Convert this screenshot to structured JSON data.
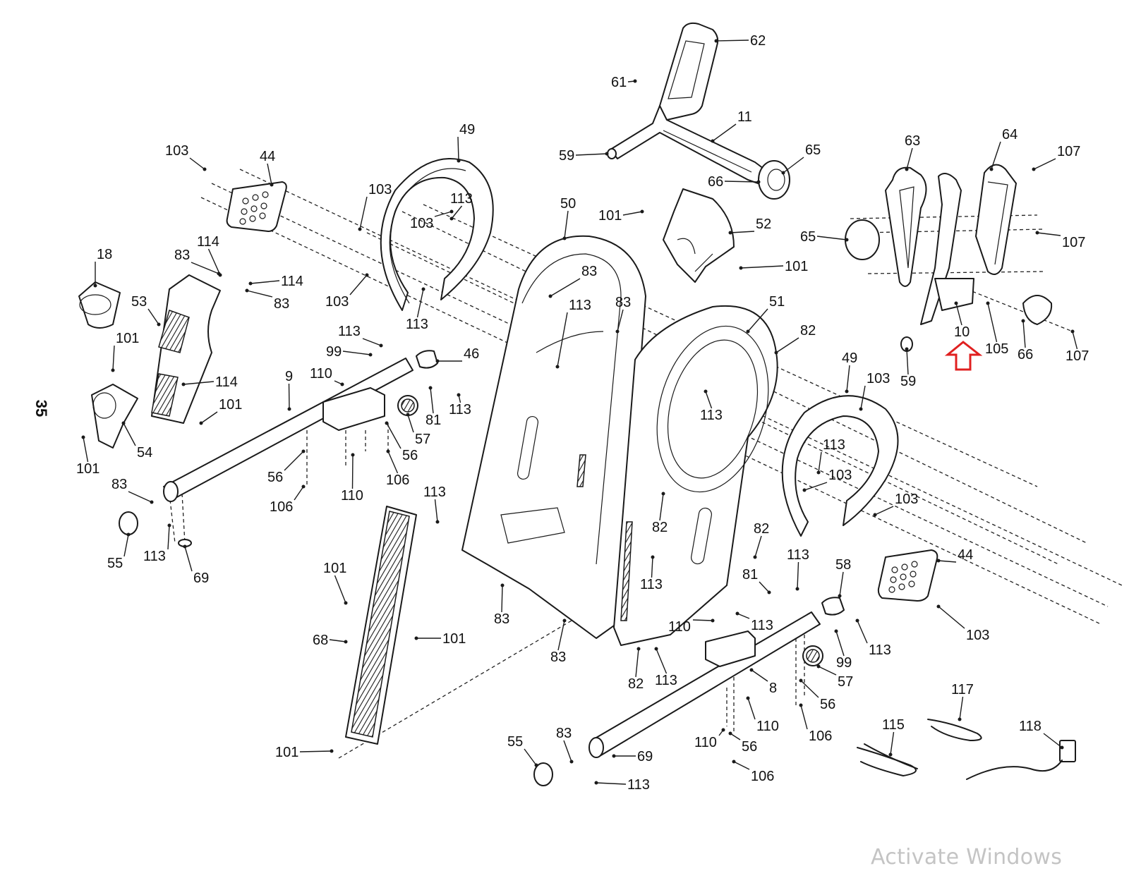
{
  "document": {
    "page_number": "35",
    "type": "exploded parts diagram",
    "highlight": {
      "color": "#e02020",
      "target_part": "10",
      "shape": "outline-up-arrow"
    }
  },
  "watermark": {
    "text": "Activate Windows"
  },
  "callouts": [
    {
      "label": "62",
      "part": "right-handlebar-grip"
    },
    {
      "label": "61",
      "part": "handlebar-grip"
    },
    {
      "label": "11",
      "part": "upper-body-arm"
    },
    {
      "label": "59",
      "part": "arm-end-cap"
    },
    {
      "label": "65",
      "part": "pivot-bushing"
    },
    {
      "label": "66",
      "part": "pivot-cap"
    },
    {
      "label": "103",
      "part": "screw"
    },
    {
      "label": "44",
      "part": "side-shield-plate"
    },
    {
      "label": "49",
      "part": "disc-cover"
    },
    {
      "label": "103",
      "part": "screw"
    },
    {
      "label": "113",
      "part": "screw"
    },
    {
      "label": "103",
      "part": "screw"
    },
    {
      "label": "50",
      "part": "left-shield"
    },
    {
      "label": "101",
      "part": "screw"
    },
    {
      "label": "52",
      "part": "upper-shield"
    },
    {
      "label": "101",
      "part": "screw"
    },
    {
      "label": "63",
      "part": "handlebar-grip"
    },
    {
      "label": "64",
      "part": "grip-cover"
    },
    {
      "label": "107",
      "part": "screw"
    },
    {
      "label": "65",
      "part": "pivot-bushing"
    },
    {
      "label": "107",
      "part": "screw"
    },
    {
      "label": "114",
      "part": "screw"
    },
    {
      "label": "83",
      "part": "nut"
    },
    {
      "label": "18",
      "part": "water-bottle-holder"
    },
    {
      "label": "114",
      "part": "screw"
    },
    {
      "label": "83",
      "part": "nut"
    },
    {
      "label": "53",
      "part": "front-shield"
    },
    {
      "label": "103",
      "part": "screw"
    },
    {
      "label": "113",
      "part": "screw"
    },
    {
      "label": "83",
      "part": "nut"
    },
    {
      "label": "113",
      "part": "screw"
    },
    {
      "label": "83",
      "part": "nut"
    },
    {
      "label": "51",
      "part": "right-shield"
    },
    {
      "label": "82",
      "part": "screw"
    },
    {
      "label": "10",
      "part": "right-upper-body-arm"
    },
    {
      "label": "105",
      "part": "screw"
    },
    {
      "label": "66",
      "part": "pivot-cap"
    },
    {
      "label": "107",
      "part": "screw"
    },
    {
      "label": "59",
      "part": "arm-end-cap"
    },
    {
      "label": "113",
      "part": "screw"
    },
    {
      "label": "99",
      "part": "nut"
    },
    {
      "label": "46",
      "part": "stabilizer-cap"
    },
    {
      "label": "110",
      "part": "bolt"
    },
    {
      "label": "9",
      "part": "front-stabilizer"
    },
    {
      "label": "101",
      "part": "screw"
    },
    {
      "label": "114",
      "part": "screw"
    },
    {
      "label": "101",
      "part": "screw"
    },
    {
      "label": "113",
      "part": "screw"
    },
    {
      "label": "81",
      "part": "bolt"
    },
    {
      "label": "57",
      "part": "wheel"
    },
    {
      "label": "56",
      "part": "leveling-foot"
    },
    {
      "label": "54",
      "part": "cup-holder"
    },
    {
      "label": "101",
      "part": "screw"
    },
    {
      "label": "106",
      "part": "screw"
    },
    {
      "label": "56",
      "part": "leveling-foot"
    },
    {
      "label": "106",
      "part": "screw"
    },
    {
      "label": "110",
      "part": "bolt"
    },
    {
      "label": "83",
      "part": "nut"
    },
    {
      "label": "55",
      "part": "end-cap"
    },
    {
      "label": "113",
      "part": "screw"
    },
    {
      "label": "69",
      "part": "foot"
    },
    {
      "label": "113",
      "part": "screw"
    },
    {
      "label": "49",
      "part": "disc-cover"
    },
    {
      "label": "103",
      "part": "screw"
    },
    {
      "label": "113",
      "part": "screw"
    },
    {
      "label": "113",
      "part": "screw"
    },
    {
      "label": "103",
      "part": "screw"
    },
    {
      "label": "103",
      "part": "screw"
    },
    {
      "label": "82",
      "part": "screw"
    },
    {
      "label": "82",
      "part": "screw"
    },
    {
      "label": "113",
      "part": "screw"
    },
    {
      "label": "58",
      "part": "stabilizer-cap"
    },
    {
      "label": "44",
      "part": "side-shield-plate"
    },
    {
      "label": "81",
      "part": "bolt"
    },
    {
      "label": "113",
      "part": "screw"
    },
    {
      "label": "101",
      "part": "screw"
    },
    {
      "label": "68",
      "part": "rail-cover"
    },
    {
      "label": "101",
      "part": "screw"
    },
    {
      "label": "83",
      "part": "nut"
    },
    {
      "label": "110",
      "part": "bolt"
    },
    {
      "label": "113",
      "part": "screw"
    },
    {
      "label": "83",
      "part": "nut"
    },
    {
      "label": "99",
      "part": "nut"
    },
    {
      "label": "113",
      "part": "screw"
    },
    {
      "label": "103",
      "part": "screw"
    },
    {
      "label": "82",
      "part": "screw"
    },
    {
      "label": "113",
      "part": "screw"
    },
    {
      "label": "57",
      "part": "wheel"
    },
    {
      "label": "8",
      "part": "rear-stabilizer"
    },
    {
      "label": "56",
      "part": "leveling-foot"
    },
    {
      "label": "117",
      "part": "wire-harness"
    },
    {
      "label": "110",
      "part": "bolt"
    },
    {
      "label": "115",
      "part": "wire-harness"
    },
    {
      "label": "118",
      "part": "power-adapter"
    },
    {
      "label": "106",
      "part": "screw"
    },
    {
      "label": "55",
      "part": "end-cap"
    },
    {
      "label": "83",
      "part": "nut"
    },
    {
      "label": "110",
      "part": "bolt"
    },
    {
      "label": "56",
      "part": "leveling-foot"
    },
    {
      "label": "101",
      "part": "screw"
    },
    {
      "label": "69",
      "part": "foot"
    },
    {
      "label": "106",
      "part": "screw"
    },
    {
      "label": "113",
      "part": "screw"
    }
  ]
}
